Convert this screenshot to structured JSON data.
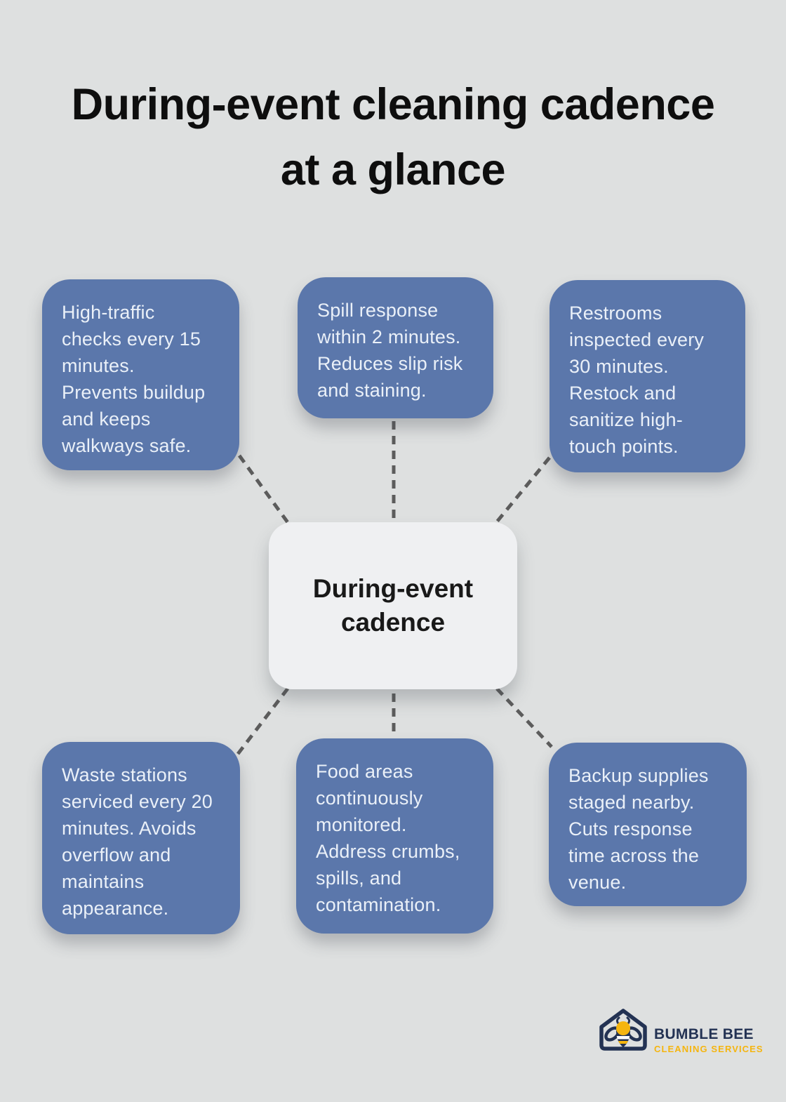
{
  "title": "During-event cleaning cadence\nat a glance",
  "center": {
    "label": "During-event\ncadence"
  },
  "nodes": [
    {
      "name": "high-traffic-checks",
      "text": "High-traffic\nchecks every 15\nminutes.\nPrevents buildup\nand keeps\nwalkways safe."
    },
    {
      "name": "spill-response",
      "text": "Spill response\nwithin 2 minutes.\nReduces slip risk\nand staining."
    },
    {
      "name": "restrooms-inspected",
      "text": "Restrooms\ninspected every\n30 minutes.\nRestock and\nsanitize high-\ntouch points."
    },
    {
      "name": "waste-stations",
      "text": "Waste stations\nserviced every 20\nminutes. Avoids\noverflow and\nmaintains\nappearance."
    },
    {
      "name": "food-areas",
      "text": "Food areas\ncontinuously\nmonitored.\nAddress crumbs,\nspills, and\ncontamination."
    },
    {
      "name": "backup-supplies",
      "text": "Backup supplies\nstaged nearby.\nCuts response\ntime across the\nvenue."
    }
  ],
  "logo": {
    "brand": "BUMBLE BEE",
    "tagline": "CLEANING SERVICES"
  },
  "colors": {
    "background": "#dee0e0",
    "node_fill": "#5b77ab",
    "node_text": "#eaf0f8",
    "center_fill": "#eff0f2",
    "connector": "#5c5c5c",
    "logo_navy": "#233253",
    "logo_yellow": "#f5b50f"
  }
}
